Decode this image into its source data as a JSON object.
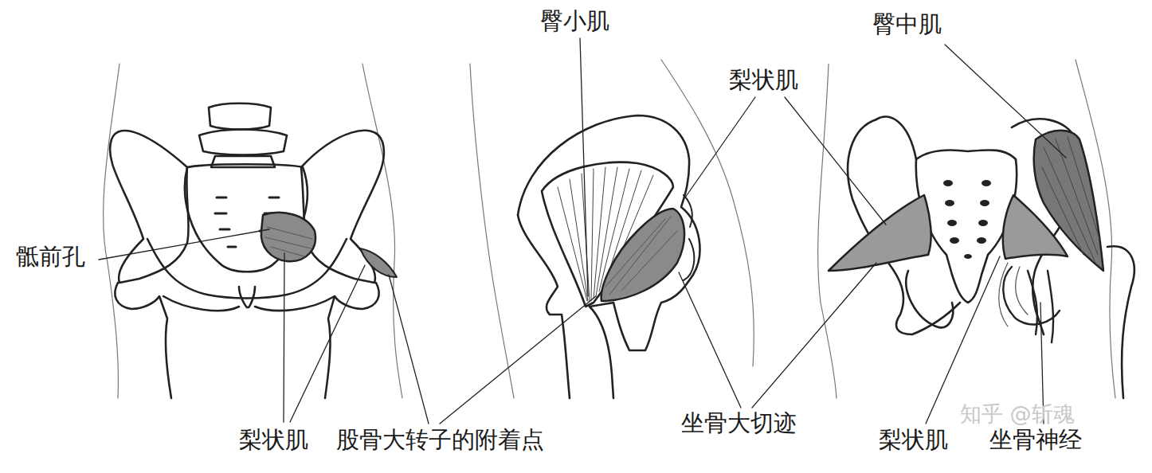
{
  "diagram": {
    "labels": [
      "臀小肌",
      "臀中肌",
      "梨状肌",
      "骶前孔",
      "坐骨大切迹",
      "梨状肌",
      "股骨大转子的附着点",
      "知乎 @斩魂",
      "梨状肌",
      "坐骨神经"
    ]
  }
}
